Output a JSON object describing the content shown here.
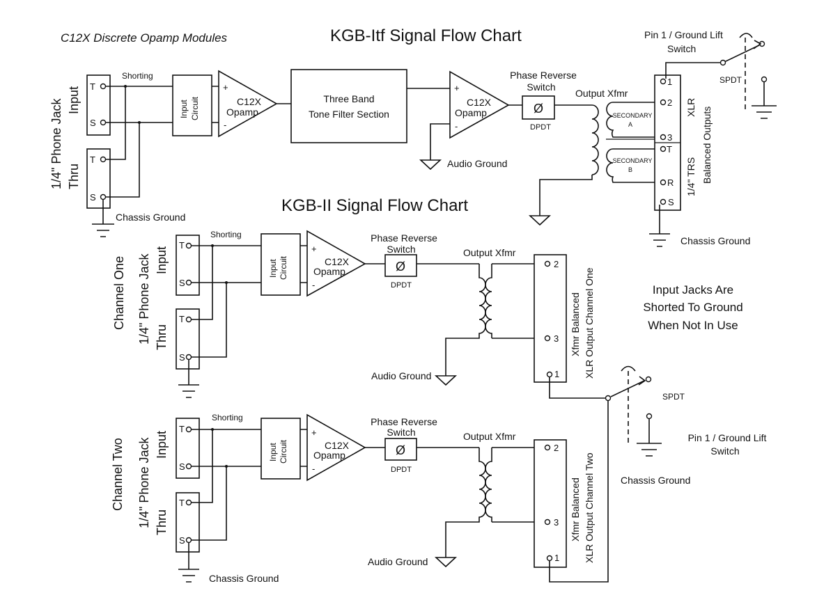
{
  "titles": {
    "modules": "C12X Discrete Opamp Modules",
    "itf": "KGB-Itf Signal Flow Chart",
    "ii": "KGB-II Signal Flow Chart"
  },
  "jack": {
    "phone_jack": "1/4\" Phone Jack",
    "input": "Input",
    "thru": "Thru",
    "tip": "T",
    "sleeve": "S",
    "shorting": "Shorting"
  },
  "blocks": {
    "input_circuit_1": "Input",
    "input_circuit_2": "Circuit",
    "opamp_1": "C12X",
    "opamp_2": "Opamp",
    "plus": "+",
    "minus": "-",
    "tone_1": "Three Band",
    "tone_2": "Tone Filter Section",
    "phase_1": "Phase Reverse",
    "phase_2": "Switch",
    "phase_symbol": "Ø",
    "dpdt": "DPDT",
    "output_xfmr": "Output Xfmr",
    "secondary": "SECONDARY",
    "sec_a": "A",
    "sec_b": "B"
  },
  "outputs": {
    "pin1": "1",
    "pin2": "2",
    "pin3": "3",
    "xlr": "XLR",
    "trs": "1/4\" TRS",
    "trs_t": "T",
    "trs_r": "R",
    "trs_s": "S",
    "balanced_outputs": "Balanced Outputs",
    "xfmr_balanced": "Xfmr Balanced",
    "xlr_ch1": "XLR Output Channel One",
    "xlr_ch2": "XLR Output Channel Two"
  },
  "grounds": {
    "audio": "Audio Ground",
    "chassis": "Chassis Ground"
  },
  "switch": {
    "lift_1": "Pin 1 / Ground Lift",
    "lift_2": "Switch",
    "spdt": "SPDT"
  },
  "channels": {
    "one": "Channel One",
    "two": "Channel Two"
  },
  "note": {
    "line1": "Input Jacks Are",
    "line2": "Shorted To Ground",
    "line3": "When Not In Use"
  }
}
